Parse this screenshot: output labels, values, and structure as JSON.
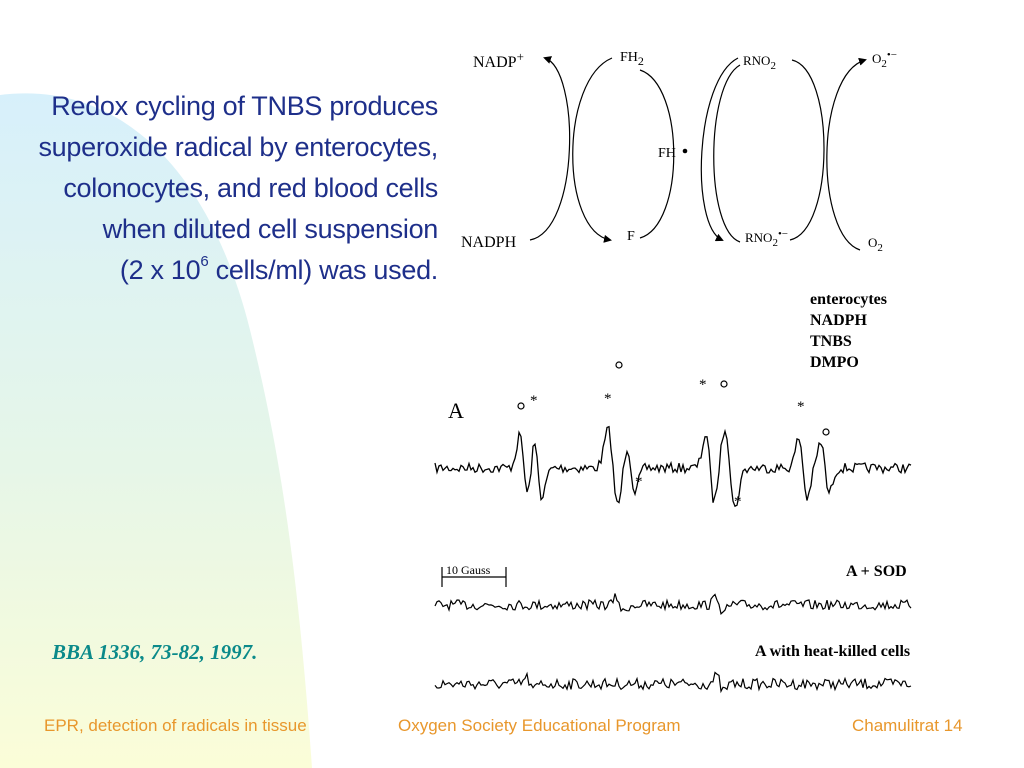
{
  "slide": {
    "title_lines": [
      "Redox cycling of TNBS produces",
      "superoxide radical by enterocytes,",
      "colonocytes, and red blood cells",
      "when diluted cell suspension"
    ],
    "title_last_line": {
      "prefix": "(2 x 10",
      "superscript": "6",
      "suffix": " cells/ml) was used."
    },
    "citation": "BBA 1336, 73-82, 1997.",
    "footer": {
      "left": "EPR, detection of radicals in tissue",
      "center": "Oxygen Society Educational Program",
      "right": "Chamulitrat 14"
    },
    "background_color": "#d7f0fb",
    "background_gradient_end": "#fbfdd8",
    "title_color": "#1e2f8a",
    "citation_color": "#0b8a8a",
    "footer_color": "#e8972c"
  },
  "scheme": {
    "top_left": "NADP",
    "top_left_sup": "+",
    "bottom_left": "NADPH",
    "fh2_main": "FH",
    "fh2_sub": "2",
    "fh_radical": "FH",
    "f_label": "F",
    "rno2_main": "RNO",
    "rno2_sub": "2",
    "rno2_radical_main": "RNO",
    "rno2_radical_sub": "2",
    "rno2_radical_sup": "•−",
    "o2_superoxide_main": "O",
    "o2_superoxide_sub": "2",
    "o2_superoxide_sup": "•−",
    "o2_main": "O",
    "o2_sub": "2"
  },
  "conditions": [
    "enterocytes",
    "NADPH",
    "TNBS",
    "DMPO"
  ],
  "spectra": {
    "panel_label": "A",
    "scale_label": "10 Gauss",
    "sod_label": "A + SOD",
    "heat_label": "A with heat-killed cells",
    "marker_star": "*"
  }
}
